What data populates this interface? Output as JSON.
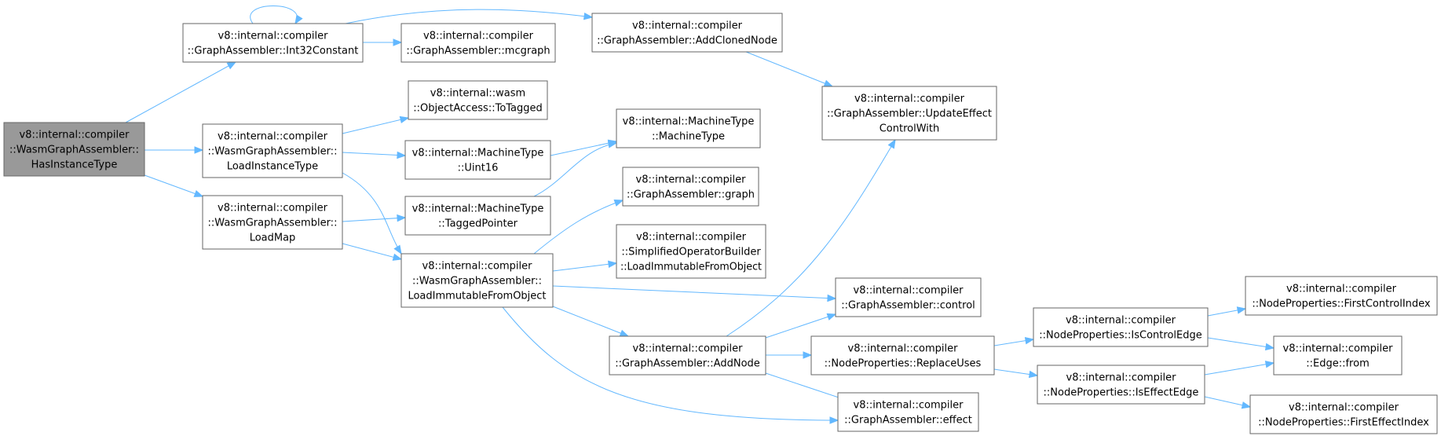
{
  "nodes": [
    {
      "id": "root",
      "lines": [
        "v8::internal::compiler",
        "::WasmGraphAssembler::",
        "HasInstanceType"
      ],
      "root": true
    },
    {
      "id": "int32",
      "lines": [
        "v8::internal::compiler",
        "::GraphAssembler::Int32Constant"
      ]
    },
    {
      "id": "mcgraph",
      "lines": [
        "v8::internal::compiler",
        "::GraphAssembler::mcgraph"
      ]
    },
    {
      "id": "addcloned",
      "lines": [
        "v8::internal::compiler",
        "::GraphAssembler::AddClonedNode"
      ]
    },
    {
      "id": "update",
      "lines": [
        "v8::internal::compiler",
        "::GraphAssembler::UpdateEffect",
        "ControlWith"
      ]
    },
    {
      "id": "totagged",
      "lines": [
        "v8::internal::wasm",
        "::ObjectAccess::ToTagged"
      ]
    },
    {
      "id": "loadinst",
      "lines": [
        "v8::internal::compiler",
        "::WasmGraphAssembler::",
        "LoadInstanceType"
      ]
    },
    {
      "id": "uint16",
      "lines": [
        "v8::internal::MachineType",
        "::Uint16"
      ]
    },
    {
      "id": "machtype",
      "lines": [
        "v8::internal::MachineType",
        "::MachineType"
      ]
    },
    {
      "id": "loadmap",
      "lines": [
        "v8::internal::compiler",
        "::WasmGraphAssembler::",
        "LoadMap"
      ]
    },
    {
      "id": "taggedptr",
      "lines": [
        "v8::internal::MachineType",
        "::TaggedPointer"
      ]
    },
    {
      "id": "graph",
      "lines": [
        "v8::internal::compiler",
        "::GraphAssembler::graph"
      ]
    },
    {
      "id": "loadimm",
      "lines": [
        "v8::internal::compiler",
        "::WasmGraphAssembler::",
        "LoadImmutableFromObject"
      ]
    },
    {
      "id": "simpl",
      "lines": [
        "v8::internal::compiler",
        "::SimplifiedOperatorBuilder",
        "::LoadImmutableFromObject"
      ]
    },
    {
      "id": "control",
      "lines": [
        "v8::internal::compiler",
        "::GraphAssembler::control"
      ]
    },
    {
      "id": "addnode",
      "lines": [
        "v8::internal::compiler",
        "::GraphAssembler::AddNode"
      ]
    },
    {
      "id": "replace",
      "lines": [
        "v8::internal::compiler",
        "::NodeProperties::ReplaceUses"
      ]
    },
    {
      "id": "effect",
      "lines": [
        "v8::internal::compiler",
        "::GraphAssembler::effect"
      ]
    },
    {
      "id": "isctrl",
      "lines": [
        "v8::internal::compiler",
        "::NodeProperties::IsControlEdge"
      ]
    },
    {
      "id": "iseffect",
      "lines": [
        "v8::internal::compiler",
        "::NodeProperties::IsEffectEdge"
      ]
    },
    {
      "id": "firstctrl",
      "lines": [
        "v8::internal::compiler",
        "::NodeProperties::FirstControlIndex"
      ]
    },
    {
      "id": "edgefrom",
      "lines": [
        "v8::internal::compiler",
        "::Edge::from"
      ]
    },
    {
      "id": "firsteffect",
      "lines": [
        "v8::internal::compiler",
        "::NodeProperties::FirstEffectIndex"
      ]
    }
  ],
  "edges": [
    [
      "root",
      "int32"
    ],
    [
      "root",
      "loadinst"
    ],
    [
      "root",
      "loadmap"
    ],
    [
      "int32",
      "int32"
    ],
    [
      "int32",
      "mcgraph"
    ],
    [
      "int32",
      "addcloned"
    ],
    [
      "addcloned",
      "update"
    ],
    [
      "loadinst",
      "totagged"
    ],
    [
      "loadinst",
      "uint16"
    ],
    [
      "loadinst",
      "loadimm"
    ],
    [
      "uint16",
      "machtype"
    ],
    [
      "loadmap",
      "taggedptr"
    ],
    [
      "loadmap",
      "loadimm"
    ],
    [
      "taggedptr",
      "machtype"
    ],
    [
      "loadimm",
      "graph"
    ],
    [
      "loadimm",
      "simpl"
    ],
    [
      "loadimm",
      "control"
    ],
    [
      "loadimm",
      "addnode"
    ],
    [
      "loadimm",
      "effect"
    ],
    [
      "addnode",
      "update"
    ],
    [
      "addnode",
      "control"
    ],
    [
      "addnode",
      "replace"
    ],
    [
      "addnode",
      "effect"
    ],
    [
      "replace",
      "isctrl"
    ],
    [
      "replace",
      "iseffect"
    ],
    [
      "isctrl",
      "firstctrl"
    ],
    [
      "isctrl",
      "edgefrom"
    ],
    [
      "iseffect",
      "edgefrom"
    ],
    [
      "iseffect",
      "firsteffect"
    ]
  ],
  "colors": {
    "edge": "#63b8ff",
    "node_border": "#666666",
    "root_fill": "#999999"
  }
}
